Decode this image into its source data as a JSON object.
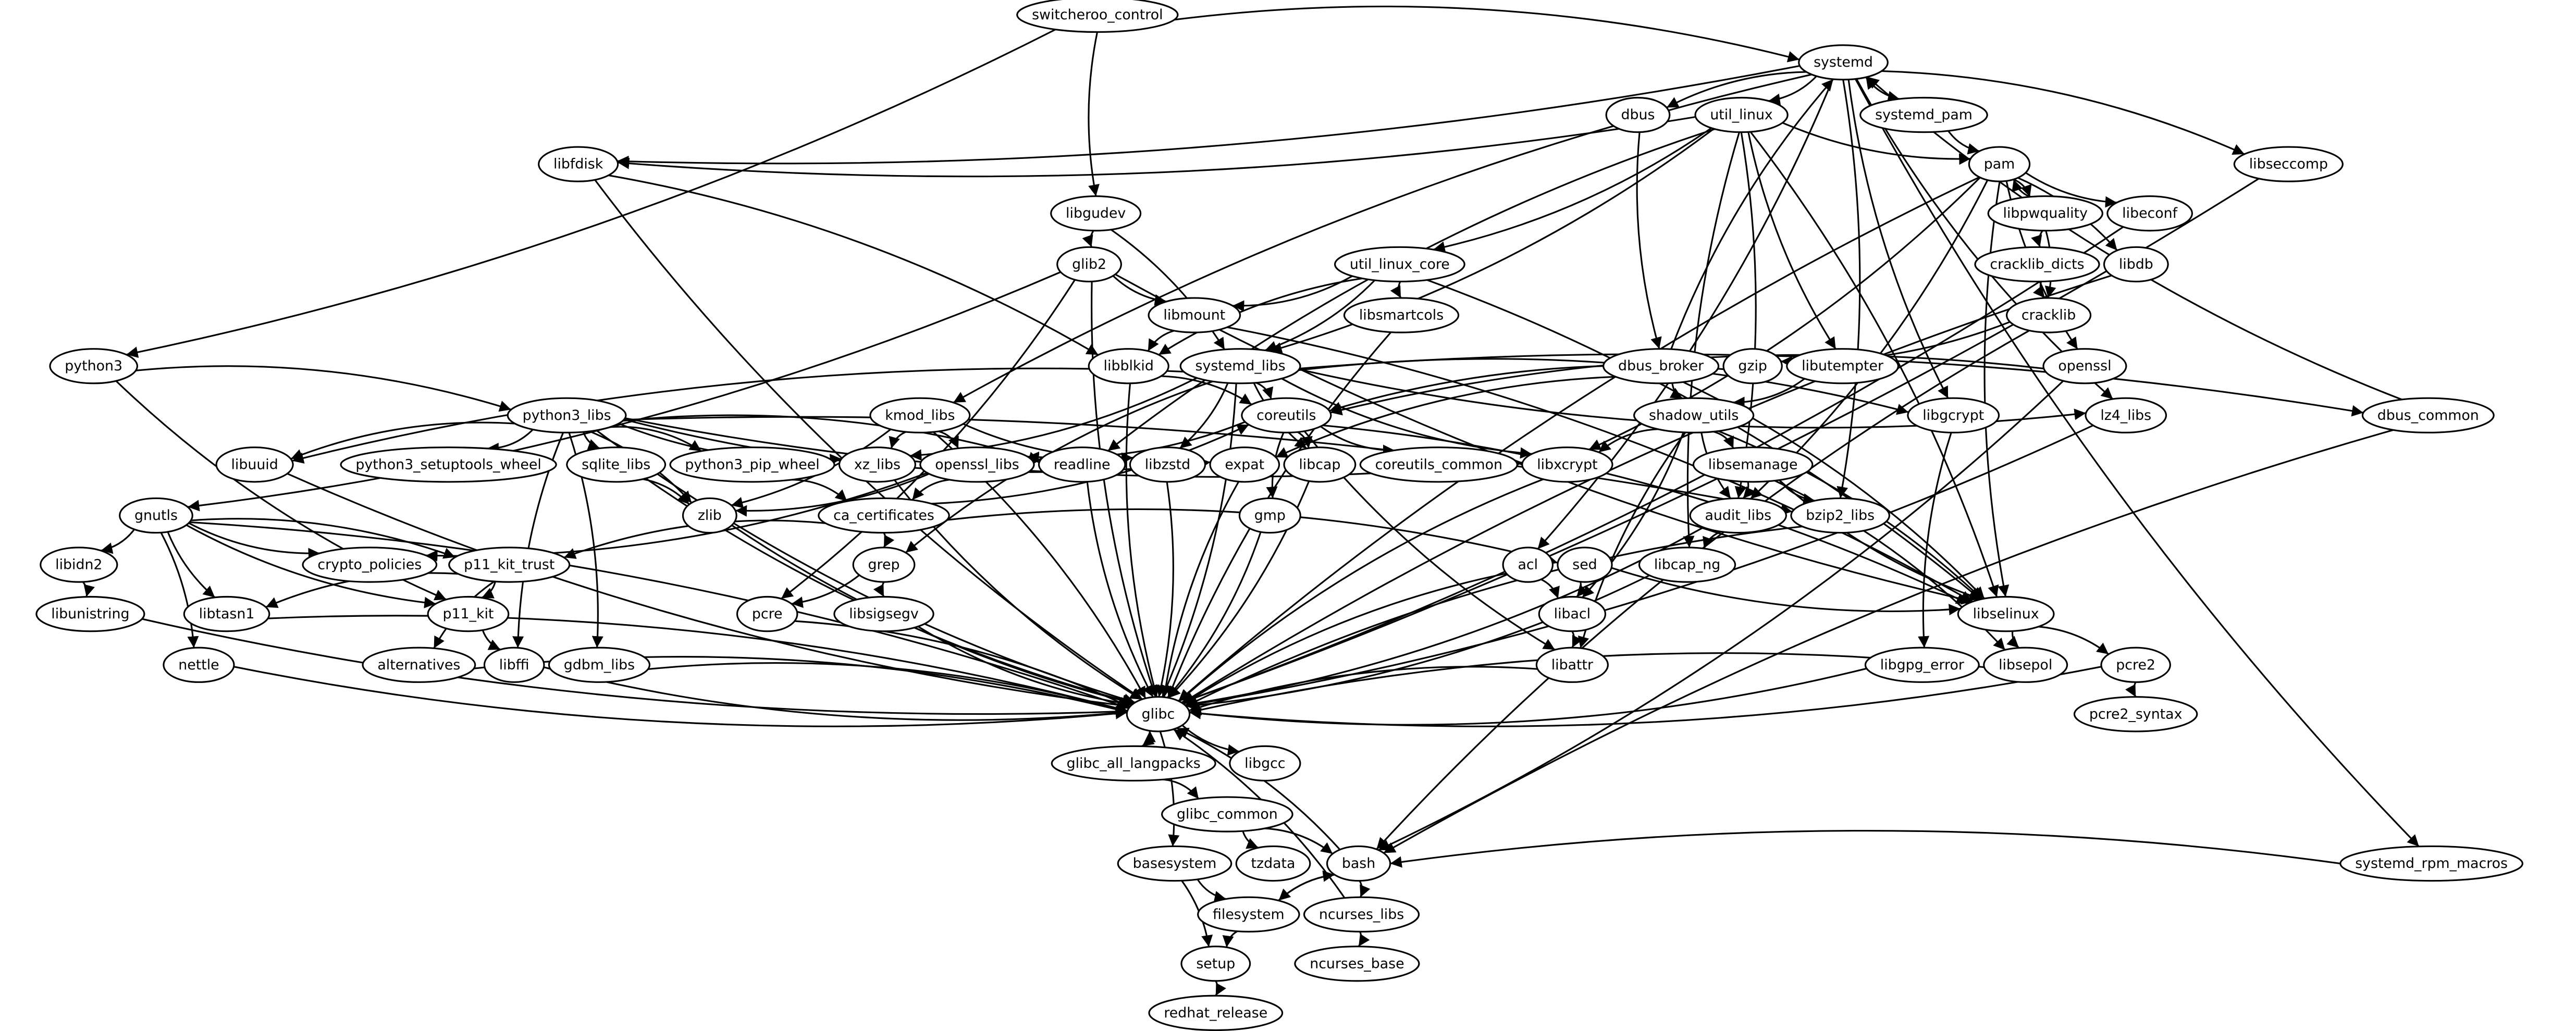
{
  "diagram": {
    "type": "directed-dependency-graph",
    "nodes": [
      "switcheroo_control",
      "systemd",
      "dbus",
      "util_linux",
      "systemd_pam",
      "libfdisk",
      "pam",
      "libseccomp",
      "libgudev",
      "libpwquality",
      "libeconf",
      "glib2",
      "util_linux_core",
      "cracklib_dicts",
      "libdb",
      "libmount",
      "libsmartcols",
      "cracklib",
      "python3",
      "libblkid",
      "systemd_libs",
      "dbus_broker",
      "gzip",
      "libutempter",
      "openssl",
      "python3_libs",
      "kmod_libs",
      "coreutils",
      "shadow_utils",
      "libgcrypt",
      "lz4_libs",
      "dbus_common",
      "libuuid",
      "python3_setuptools_wheel",
      "sqlite_libs",
      "python3_pip_wheel",
      "xz_libs",
      "openssl_libs",
      "readline",
      "libzstd",
      "expat",
      "libcap",
      "coreutils_common",
      "libxcrypt",
      "libsemanage",
      "gnutls",
      "zlib",
      "ca_certificates",
      "gmp",
      "audit_libs",
      "bzip2_libs",
      "libidn2",
      "crypto_policies",
      "p11_kit_trust",
      "grep",
      "acl",
      "sed",
      "libcap_ng",
      "libunistring",
      "libtasn1",
      "p11_kit",
      "pcre",
      "libsigsegv",
      "libacl",
      "libselinux",
      "nettle",
      "alternatives",
      "libffi",
      "gdbm_libs",
      "libattr",
      "libgpg_error",
      "libsepol",
      "pcre2",
      "glibc",
      "pcre2_syntax",
      "glibc_all_langpacks",
      "libgcc",
      "glibc_common",
      "basesystem",
      "tzdata",
      "bash",
      "systemd_rpm_macros",
      "filesystem",
      "ncurses_libs",
      "setup",
      "ncurses_base",
      "redhat_release"
    ],
    "edges": [
      [
        "switcheroo_control",
        "systemd"
      ],
      [
        "switcheroo_control",
        "libgudev"
      ],
      [
        "switcheroo_control",
        "python3"
      ],
      [
        "systemd",
        "dbus"
      ],
      [
        "systemd",
        "util_linux"
      ],
      [
        "systemd",
        "systemd_pam"
      ],
      [
        "systemd",
        "libfdisk"
      ],
      [
        "systemd",
        "kmod_libs"
      ],
      [
        "systemd",
        "libseccomp"
      ],
      [
        "systemd",
        "systemd_rpm_macros"
      ],
      [
        "systemd",
        "acl"
      ],
      [
        "systemd",
        "libgcrypt"
      ],
      [
        "systemd",
        "bzip2_libs"
      ],
      [
        "systemd",
        "lz4_libs"
      ],
      [
        "systemd_pam",
        "systemd"
      ],
      [
        "systemd_pam",
        "pam"
      ],
      [
        "util_linux",
        "libfdisk"
      ],
      [
        "util_linux",
        "pam"
      ],
      [
        "util_linux",
        "util_linux_core"
      ],
      [
        "util_linux",
        "libutempter"
      ],
      [
        "util_linux",
        "audit_libs"
      ],
      [
        "util_linux",
        "libcap_ng"
      ],
      [
        "util_linux",
        "libselinux"
      ],
      [
        "util_linux",
        "readline"
      ],
      [
        "util_linux",
        "systemd_libs"
      ],
      [
        "dbus",
        "dbus_broker"
      ],
      [
        "dbus_broker",
        "systemd"
      ],
      [
        "dbus_broker",
        "shadow_utils"
      ],
      [
        "dbus_broker",
        "libselinux"
      ],
      [
        "dbus_broker",
        "expat"
      ],
      [
        "dbus_common",
        "systemd"
      ],
      [
        "dbus_common",
        "bash"
      ],
      [
        "libfdisk",
        "libblkid"
      ],
      [
        "libfdisk",
        "glibc"
      ],
      [
        "pam",
        "libpwquality"
      ],
      [
        "pam",
        "libeconf"
      ],
      [
        "pam",
        "libdb"
      ],
      [
        "pam",
        "openssl"
      ],
      [
        "pam",
        "audit_libs"
      ],
      [
        "pam",
        "libselinux"
      ],
      [
        "pam",
        "libxcrypt"
      ],
      [
        "pam",
        "glibc"
      ],
      [
        "libpwquality",
        "pam"
      ],
      [
        "libpwquality",
        "cracklib_dicts"
      ],
      [
        "libpwquality",
        "cracklib"
      ],
      [
        "cracklib_dicts",
        "cracklib"
      ],
      [
        "cracklib",
        "gzip"
      ],
      [
        "cracklib",
        "bash"
      ],
      [
        "libeconf",
        "glibc"
      ],
      [
        "libdb",
        "glibc"
      ],
      [
        "libseccomp",
        "glibc"
      ],
      [
        "libgudev",
        "glib2"
      ],
      [
        "libgudev",
        "systemd_libs"
      ],
      [
        "glib2",
        "libmount"
      ],
      [
        "glib2",
        "gnutls"
      ],
      [
        "glib2",
        "libselinux"
      ],
      [
        "glib2",
        "pcre"
      ],
      [
        "glib2",
        "glibc"
      ],
      [
        "util_linux_core",
        "libmount"
      ],
      [
        "util_linux_core",
        "libsmartcols"
      ],
      [
        "util_linux_core",
        "systemd_libs"
      ],
      [
        "util_linux_core",
        "libblkid"
      ],
      [
        "util_linux_core",
        "libselinux"
      ],
      [
        "libmount",
        "libblkid"
      ],
      [
        "libmount",
        "libselinux"
      ],
      [
        "libsmartcols",
        "glibc"
      ],
      [
        "libblkid",
        "coreutils"
      ],
      [
        "libblkid",
        "glibc"
      ],
      [
        "python3",
        "python3_libs"
      ],
      [
        "python3",
        "p11_kit"
      ],
      [
        "systemd_libs",
        "coreutils"
      ],
      [
        "systemd_libs",
        "libcap"
      ],
      [
        "systemd_libs",
        "libzstd"
      ],
      [
        "systemd_libs",
        "grep"
      ],
      [
        "systemd_libs",
        "xz_libs"
      ],
      [
        "systemd_libs",
        "lz4_libs"
      ],
      [
        "systemd_libs",
        "libgcrypt"
      ],
      [
        "systemd_libs",
        "libxcrypt"
      ],
      [
        "systemd_libs",
        "dbus_common"
      ],
      [
        "systemd_libs",
        "libuuid"
      ],
      [
        "systemd_libs",
        "glibc"
      ],
      [
        "gzip",
        "coreutils"
      ],
      [
        "libutempter",
        "shadow_utils"
      ],
      [
        "openssl",
        "coreutils"
      ],
      [
        "openssl",
        "bash"
      ],
      [
        "python3_libs",
        "libuuid"
      ],
      [
        "python3_libs",
        "python3_setuptools_wheel"
      ],
      [
        "python3_libs",
        "sqlite_libs"
      ],
      [
        "python3_libs",
        "python3_pip_wheel"
      ],
      [
        "python3_libs",
        "xz_libs"
      ],
      [
        "python3_libs",
        "readline"
      ],
      [
        "python3_libs",
        "expat"
      ],
      [
        "python3_libs",
        "zlib"
      ],
      [
        "python3_libs",
        "libxcrypt"
      ],
      [
        "python3_libs",
        "bzip2_libs"
      ],
      [
        "python3_libs",
        "libffi"
      ],
      [
        "python3_libs",
        "gdbm_libs"
      ],
      [
        "python3_libs",
        "glibc"
      ],
      [
        "kmod_libs",
        "openssl_libs"
      ],
      [
        "kmod_libs",
        "xz_libs"
      ],
      [
        "kmod_libs",
        "zlib"
      ],
      [
        "kmod_libs",
        "libzstd"
      ],
      [
        "kmod_libs",
        "glibc"
      ],
      [
        "coreutils",
        "coreutils_common"
      ],
      [
        "coreutils",
        "libcap"
      ],
      [
        "coreutils",
        "gmp"
      ],
      [
        "coreutils",
        "openssl_libs"
      ],
      [
        "coreutils",
        "libattr"
      ],
      [
        "coreutils",
        "libselinux"
      ],
      [
        "shadow_utils",
        "libxcrypt"
      ],
      [
        "shadow_utils",
        "libsemanage"
      ],
      [
        "shadow_utils",
        "audit_libs"
      ],
      [
        "shadow_utils",
        "libacl"
      ],
      [
        "shadow_utils",
        "libattr"
      ],
      [
        "shadow_utils",
        "libselinux"
      ],
      [
        "libgcrypt",
        "libgpg_error"
      ],
      [
        "lz4_libs",
        "glibc"
      ],
      [
        "libuuid",
        "glibc"
      ],
      [
        "sqlite_libs",
        "zlib"
      ],
      [
        "sqlite_libs",
        "glibc"
      ],
      [
        "python3_pip_wheel",
        "ca_certificates"
      ],
      [
        "xz_libs",
        "glibc"
      ],
      [
        "openssl_libs",
        "zlib"
      ],
      [
        "openssl_libs",
        "ca_certificates"
      ],
      [
        "openssl_libs",
        "crypto_policies"
      ],
      [
        "readline",
        "glibc"
      ],
      [
        "libzstd",
        "glibc"
      ],
      [
        "expat",
        "glibc"
      ],
      [
        "libcap",
        "glibc"
      ],
      [
        "libxcrypt",
        "glibc"
      ],
      [
        "libsemanage",
        "audit_libs"
      ],
      [
        "libsemanage",
        "bzip2_libs"
      ],
      [
        "libsemanage",
        "libsepol"
      ],
      [
        "libsemanage",
        "libselinux"
      ],
      [
        "gnutls",
        "libidn2"
      ],
      [
        "gnutls",
        "crypto_policies"
      ],
      [
        "gnutls",
        "p11_kit_trust"
      ],
      [
        "gnutls",
        "libtasn1"
      ],
      [
        "gnutls",
        "nettle"
      ],
      [
        "gnutls",
        "p11_kit"
      ],
      [
        "gnutls",
        "glibc"
      ],
      [
        "zlib",
        "glibc"
      ],
      [
        "ca_certificates",
        "grep"
      ],
      [
        "ca_certificates",
        "coreutils"
      ],
      [
        "ca_certificates",
        "sed"
      ],
      [
        "ca_certificates",
        "p11_kit_trust"
      ],
      [
        "gmp",
        "glibc"
      ],
      [
        "audit_libs",
        "libcap_ng"
      ],
      [
        "audit_libs",
        "glibc"
      ],
      [
        "bzip2_libs",
        "glibc"
      ],
      [
        "libidn2",
        "libunistring"
      ],
      [
        "p11_kit_trust",
        "libtasn1"
      ],
      [
        "p11_kit_trust",
        "p11_kit"
      ],
      [
        "p11_kit_trust",
        "alternatives"
      ],
      [
        "grep",
        "pcre"
      ],
      [
        "grep",
        "libsigsegv"
      ],
      [
        "acl",
        "libacl"
      ],
      [
        "acl",
        "glibc"
      ],
      [
        "sed",
        "libacl"
      ],
      [
        "sed",
        "libselinux"
      ],
      [
        "libcap_ng",
        "glibc"
      ],
      [
        "libunistring",
        "glibc"
      ],
      [
        "libtasn1",
        "glibc"
      ],
      [
        "p11_kit",
        "libffi"
      ],
      [
        "pcre",
        "glibc"
      ],
      [
        "libsigsegv",
        "glibc"
      ],
      [
        "libacl",
        "libattr"
      ],
      [
        "libselinux",
        "libsepol"
      ],
      [
        "libselinux",
        "pcre2"
      ],
      [
        "nettle",
        "glibc"
      ],
      [
        "alternatives",
        "glibc"
      ],
      [
        "libffi",
        "glibc"
      ],
      [
        "gdbm_libs",
        "glibc"
      ],
      [
        "libattr",
        "glibc"
      ],
      [
        "libgpg_error",
        "glibc"
      ],
      [
        "libsepol",
        "glibc"
      ],
      [
        "pcre2",
        "glibc"
      ],
      [
        "pcre2",
        "pcre2_syntax"
      ],
      [
        "glibc",
        "glibc_all_langpacks"
      ],
      [
        "glibc",
        "libgcc"
      ],
      [
        "glibc",
        "basesystem"
      ],
      [
        "glibc_all_langpacks",
        "glibc"
      ],
      [
        "glibc_all_langpacks",
        "glibc_common"
      ],
      [
        "glibc_common",
        "tzdata"
      ],
      [
        "glibc_common",
        "bash"
      ],
      [
        "basesystem",
        "filesystem"
      ],
      [
        "basesystem",
        "setup"
      ],
      [
        "bash",
        "filesystem"
      ],
      [
        "bash",
        "ncurses_libs"
      ],
      [
        "bash",
        "glibc"
      ],
      [
        "filesystem",
        "bash"
      ],
      [
        "filesystem",
        "setup"
      ],
      [
        "ncurses_libs",
        "ncurses_base"
      ],
      [
        "ncurses_libs",
        "glibc"
      ],
      [
        "setup",
        "redhat_release"
      ],
      [
        "systemd_rpm_macros",
        "bash"
      ]
    ]
  }
}
